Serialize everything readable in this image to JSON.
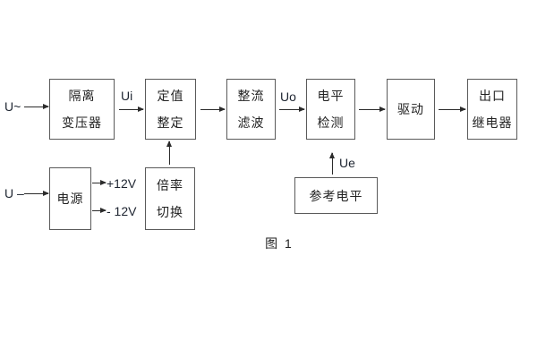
{
  "figure": {
    "caption": "图 1",
    "colors": {
      "background": "#ffffff",
      "box_border": "#5a5a5a",
      "line": "#2b2b2b",
      "text": "#222222"
    },
    "inputs": {
      "ac_label": "U~",
      "dc_label": "U –"
    },
    "signal_labels": {
      "ui": "Ui",
      "uo": "Uo",
      "ue": "Ue"
    },
    "power_rails": {
      "positive": "+12V",
      "negative": "- 12V"
    },
    "blocks": {
      "isolation_transformer": {
        "lines": [
          "隔离",
          "变压器"
        ]
      },
      "setting_adjust": {
        "lines": [
          "定值",
          "整定"
        ]
      },
      "rectify_filter": {
        "lines": [
          "整流",
          "滤波"
        ]
      },
      "level_detect": {
        "lines": [
          "电平",
          "检测"
        ]
      },
      "drive": {
        "lines": [
          "驱动"
        ]
      },
      "output_relay": {
        "lines": [
          "出口",
          "继电器"
        ]
      },
      "power_supply": {
        "lines": [
          "电源"
        ]
      },
      "ratio_switch": {
        "lines": [
          "倍率",
          "切换"
        ]
      },
      "reference_level": {
        "lines": [
          "参考电平"
        ]
      }
    }
  }
}
